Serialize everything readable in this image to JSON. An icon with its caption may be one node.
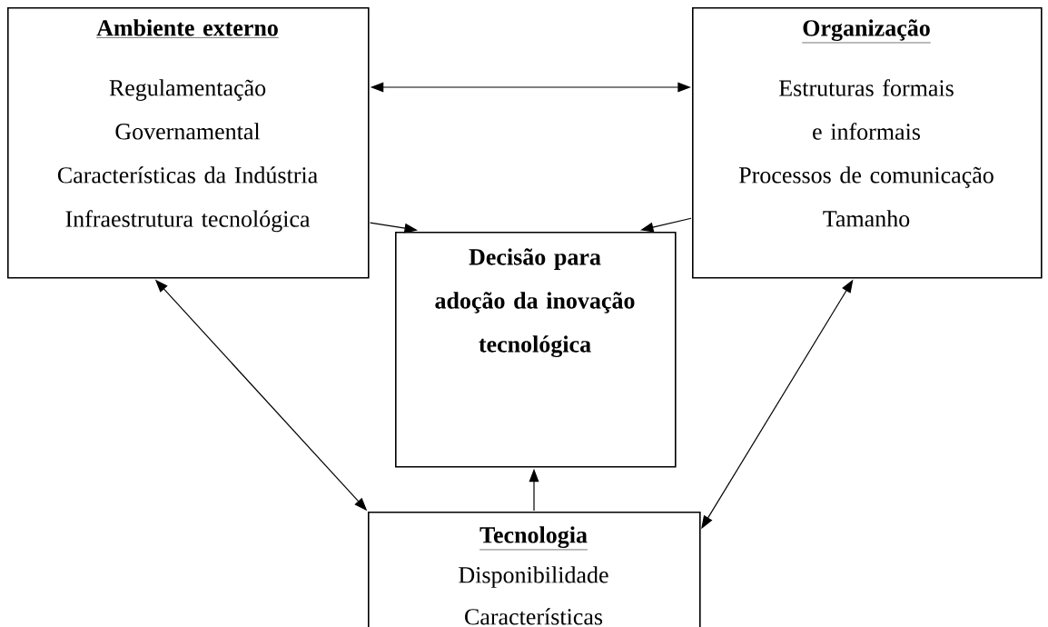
{
  "diagram": {
    "nodes": [
      {
        "text": [
          "Ambiente externo",
          "Regulamentação Governamental",
          "Características da Indústria",
          "Infraestrutura tecnológica"
        ]
      },
      {
        "text": [
          "Organização",
          "Estruturas formais e informais",
          "Processos de comunicação",
          "Tamanho"
        ]
      },
      {
        "text": [
          "Decisão para adoção da inovação tecnológica"
        ]
      },
      {
        "text": [
          "Tecnologia",
          "Disponibilidade",
          "Características"
        ]
      }
    ],
    "edges": [
      {
        "from": 0,
        "to": 1,
        "arrow": "both"
      },
      {
        "from": 0,
        "to": 2,
        "arrow": "to"
      },
      {
        "from": 1,
        "to": 2,
        "arrow": "to"
      },
      {
        "from": 0,
        "to": 3,
        "arrow": "both"
      },
      {
        "from": 1,
        "to": 3,
        "arrow": "both"
      },
      {
        "from": 3,
        "to": 2,
        "arrow": "to"
      }
    ]
  }
}
